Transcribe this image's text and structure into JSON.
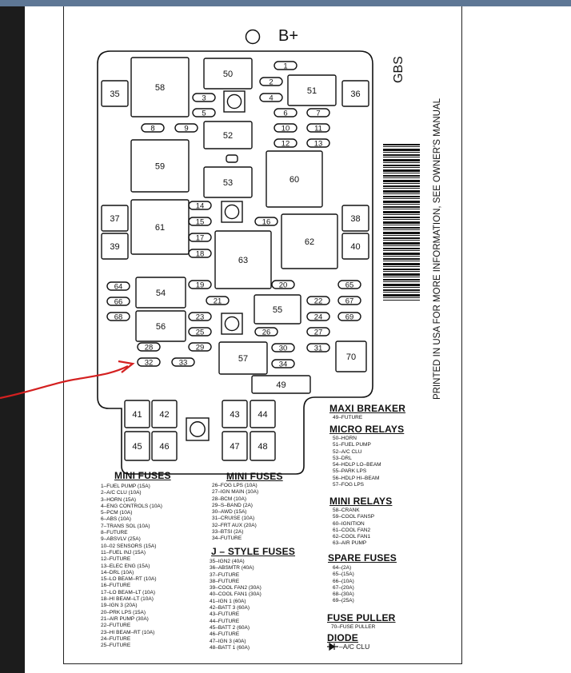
{
  "header": {
    "b_plus": "B+",
    "code": "GBS"
  },
  "vertical_note": "PRINTED IN USA  FOR MORE INFORMATION, SEE OWNER'S MANUAL",
  "colors": {
    "frame": "#5e7795",
    "annotation_arrow": "#d42020"
  },
  "fuse_box": {
    "relays": [
      "58",
      "50",
      "51",
      "35",
      "36",
      "52",
      "59",
      "53",
      "60",
      "37",
      "61",
      "38",
      "39",
      "62",
      "40",
      "63",
      "54",
      "55",
      "56",
      "57",
      "70",
      "49",
      "41",
      "42",
      "43",
      "44",
      "45",
      "46",
      "47",
      "48"
    ],
    "mini_fuses": [
      "1",
      "2",
      "3",
      "4",
      "5",
      "6",
      "7",
      "8",
      "9",
      "10",
      "11",
      "12",
      "13",
      "14",
      "15",
      "16",
      "17",
      "18",
      "19",
      "20",
      "21",
      "22",
      "23",
      "24",
      "25",
      "26",
      "27",
      "28",
      "29",
      "30",
      "31",
      "32",
      "33",
      "34",
      "64",
      "65",
      "66",
      "67",
      "68",
      "69"
    ]
  },
  "mini_fuses_col1": {
    "title": "MINI FUSES",
    "items": [
      "1–FUEL PUMP (15A)",
      "2–A/C CLU (10A)",
      "3–HORN (15A)",
      "4–ENG CONTROLS (10A)",
      "5–PCM (10A)",
      "6–ABS (10A)",
      "7–TRANS SOL (10A)",
      "8–FUTURE",
      "9–ABSVLV (25A)",
      "10–02 SENSORS (15A)",
      "11–FUEL INJ (15A)",
      "12–FUTURE",
      "13–ELEC ENG (15A)",
      "14–DRL (10A)",
      "15–LO BEAM–RT (10A)",
      "16–FUTURE",
      "17–LO BEAM–LT (10A)",
      "18–HI BEAM–LT (10A)",
      "19–IGN 3 (20A)",
      "20–PRK LPS (15A)",
      "21–AIR PUMP (30A)",
      "22–FUTURE",
      "23–HI BEAM–RT (10A)",
      "24–FUTURE",
      "25–FUTURE"
    ]
  },
  "mini_fuses_col2": {
    "title": "MINI FUSES",
    "items": [
      "26–FOG LPS (10A)",
      "27–IGN MAIN (10A)",
      "28–BCM (10A)",
      "29–S–BAND (2A)",
      "30–AWD (15A)",
      "31–CRUISE (10A)",
      "32–FRT AUX (20A)",
      "33–BTSI (2A)",
      "34–FUTURE"
    ]
  },
  "j_style_fuses": {
    "title": "J – STYLE FUSES",
    "items": [
      "35–IGN2 (40A)",
      "36–ABSMTR (40A)",
      "37–FUTURE",
      "38–FUTURE",
      "39–COOL FAN2 (30A)",
      "40–COOL FAN1 (30A)",
      "41–IGN 1 (60A)",
      "42–BATT 3 (60A)",
      "43–FUTURE",
      "44–FUTURE",
      "45–BATT 2 (60A)",
      "46–FUTURE",
      "47–IGN 3 (40A)",
      "48–BATT 1 (60A)"
    ]
  },
  "maxi_breaker": {
    "title": "MAXI BREAKER",
    "items": [
      "49–FUTURE"
    ]
  },
  "micro_relays": {
    "title": "MICRO RELAYS",
    "items": [
      "50–HORN",
      "51–FUEL PUMP",
      "52–A/C CLU",
      "53–DRL",
      "54–HDLP LO–BEAM",
      "55–PARK LPS",
      "56–HDLP HI–BEAM",
      "57–FOG LPS"
    ]
  },
  "mini_relays": {
    "title": "MINI RELAYS",
    "items": [
      "58–CRANK",
      "59–COOL FANSP",
      "60–IGNITION",
      "61–COOL FAN2",
      "62–COOL FAN1",
      "63–AIR PUMP"
    ]
  },
  "spare_fuses": {
    "title": "SPARE FUSES",
    "items": [
      "64–(2A)",
      "65–(15A)",
      "66–(10A)",
      "67–(20A)",
      "68–(30A)",
      "69–(25A)"
    ]
  },
  "fuse_puller": {
    "title": "FUSE PULLER",
    "items": [
      "70–FUSE PULLER"
    ]
  },
  "diode": {
    "title": "DIODE",
    "item": "–A/C CLU"
  }
}
